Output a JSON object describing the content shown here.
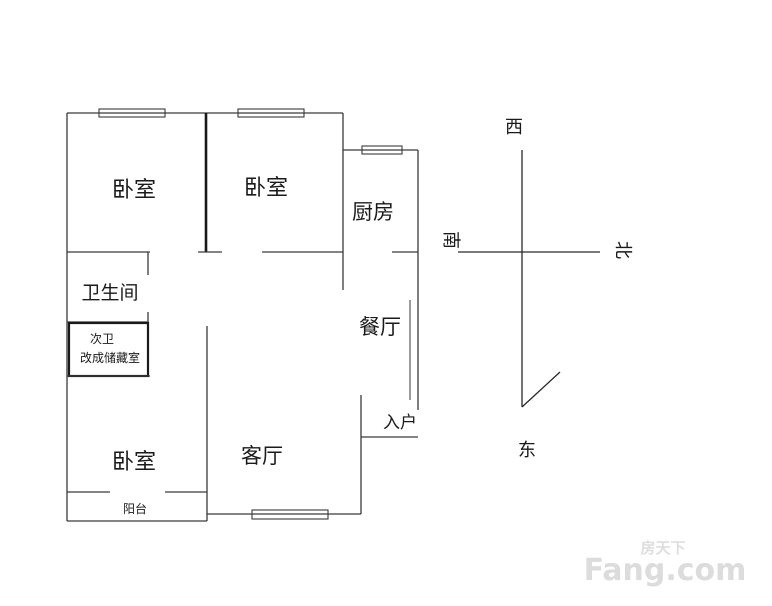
{
  "floorplan": {
    "rooms": {
      "bedroom_top_left": "卧室",
      "bedroom_top_mid": "卧室",
      "kitchen": "厨房",
      "bathroom": "卫生间",
      "secondary_bath_line1": "次卫",
      "secondary_bath_line2": "改成储藏室",
      "dining": "餐厅",
      "bedroom_bottom_left": "卧室",
      "living": "客厅",
      "balcony": "阳台",
      "entrance": "入户"
    }
  },
  "compass": {
    "top": "西",
    "left": "南",
    "right": "北",
    "bottom": "东"
  },
  "watermark": {
    "brand_cn": "房天下",
    "brand_en": "Fang.com"
  }
}
